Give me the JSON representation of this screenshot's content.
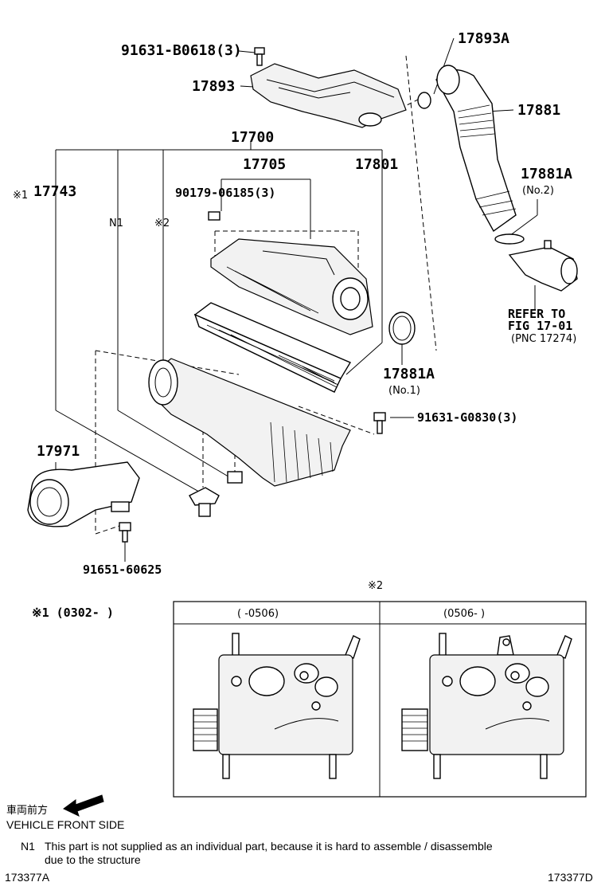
{
  "callouts": {
    "c91631B0618": "91631-B0618(3)",
    "c17893": "17893",
    "c17893A": "17893A",
    "c17881": "17881",
    "c17700": "17700",
    "c17705": "17705",
    "c17801": "17801",
    "c17743": "17743",
    "c90179": "90179-06185(3)",
    "c17881A_top": "17881A",
    "c17881A_top_sub": "(No.2)",
    "c17881A_bot": "17881A",
    "c17881A_bot_sub": "(No.1)",
    "c91631G0830": "91631-G0830(3)",
    "c17971": "17971",
    "c91651": "91651-60625",
    "refer_line1": "REFER TO",
    "refer_line2": "FIG 17-01",
    "refer_line3": "(PNC 17274)"
  },
  "markers": {
    "n1": "N1",
    "x1": "※1",
    "x2": "※2",
    "x2_inset": "※2",
    "x1_range": "※1 (0302-        )"
  },
  "inset": {
    "left_header": "(        -0506)",
    "right_header": "(0506-        )"
  },
  "footer": {
    "front_jp": "車両前方",
    "front_en": "VEHICLE FRONT SIDE",
    "note_marker": "N1",
    "note_line1": "This part is not supplied as an individual part, because it is hard to assemble / disassemble",
    "note_line2": "due to the structure",
    "id_left": "173377A",
    "id_right": "173377D"
  }
}
